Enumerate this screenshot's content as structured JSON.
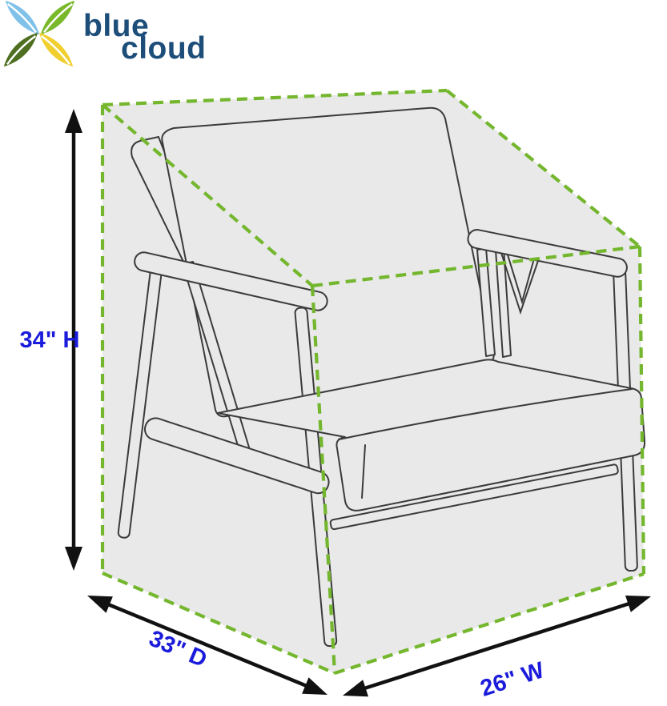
{
  "brand": {
    "line1": "blue",
    "line2": "cloud",
    "text_color": "#1d4e79",
    "leaf_colors": {
      "top_left_leaf": "#7fc1e9",
      "top_right_leaf": "#79b829",
      "bottom_left_leaf": "#4e6e20",
      "bottom_right_leaf": "#f0cf2e"
    }
  },
  "diagram": {
    "subject": "armchair-cover-dimension-diagram",
    "labels": {
      "height": "34\" H",
      "depth": "33\" D",
      "width": "26\" W"
    },
    "colors": {
      "cover_outline_green": "#74b72e",
      "cover_fill_gray": "#e9e9e9",
      "dimension_label_blue": "#1b1bdb",
      "arrow_black": "#111111",
      "chair_line_gray": "#3b3b3b"
    }
  }
}
